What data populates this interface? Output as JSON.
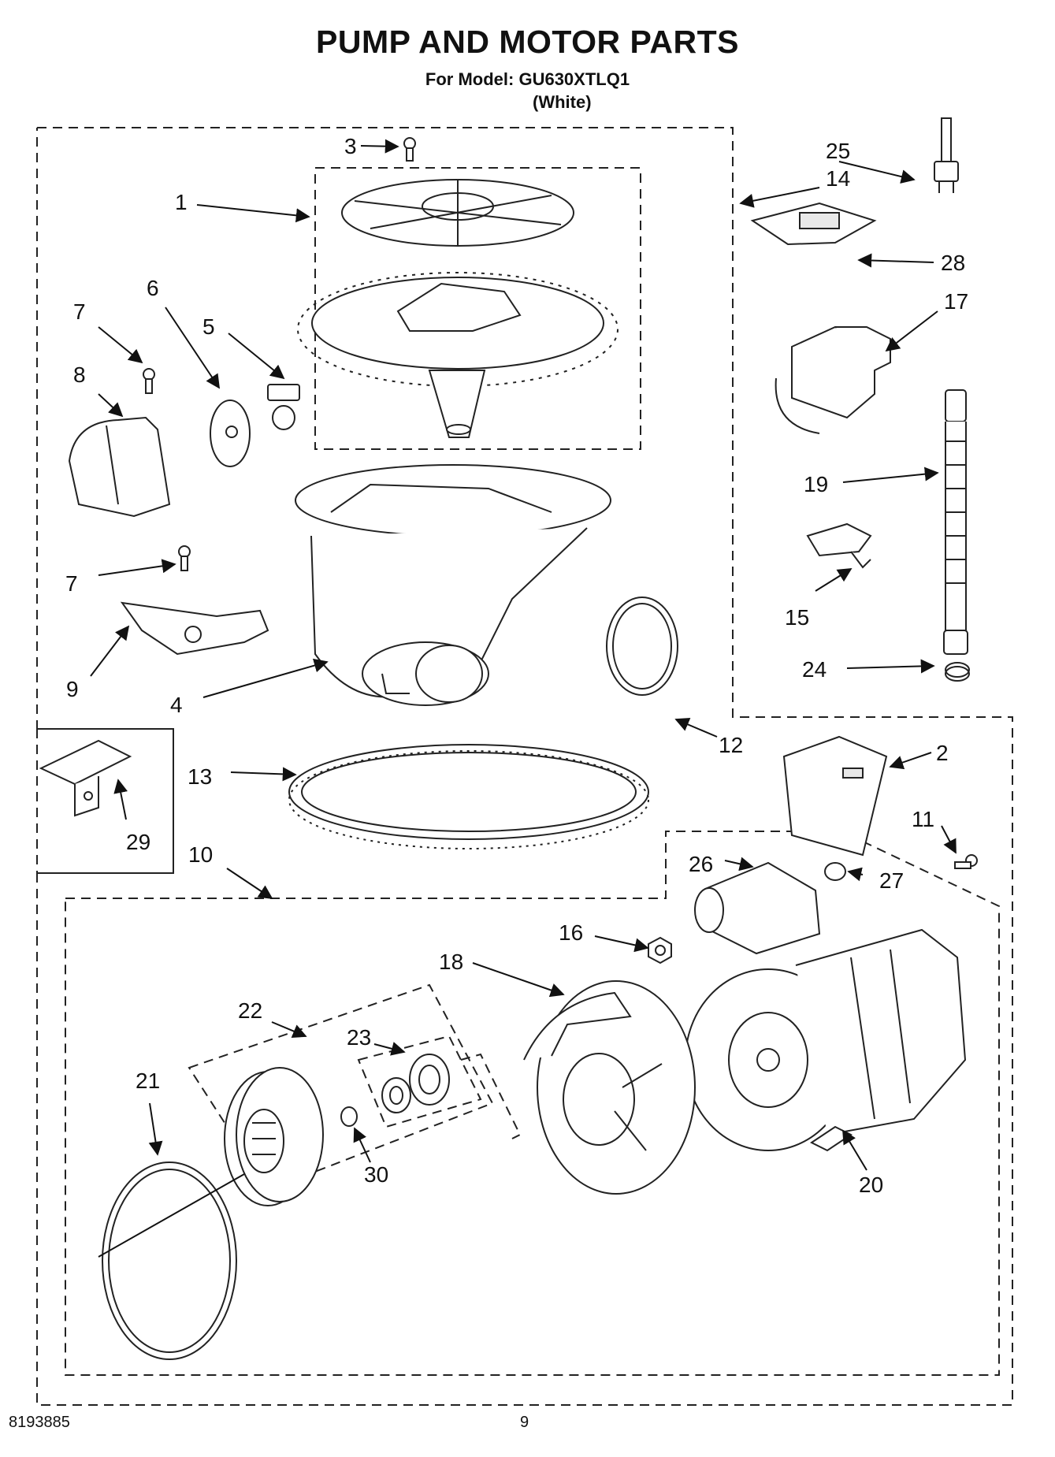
{
  "header": {
    "title": "PUMP AND MOTOR PARTS",
    "model_line": "For Model: GU630XTLQ1",
    "color_line": "(White)"
  },
  "footer": {
    "doc_number": "8193885",
    "page_number": "9"
  },
  "callouts": [
    "1",
    "2",
    "3",
    "4",
    "5",
    "6",
    "7",
    "7",
    "8",
    "9",
    "10",
    "11",
    "12",
    "13",
    "14",
    "15",
    "16",
    "17",
    "18",
    "19",
    "20",
    "21",
    "22",
    "23",
    "24",
    "25",
    "26",
    "27",
    "28",
    "29",
    "30"
  ]
}
